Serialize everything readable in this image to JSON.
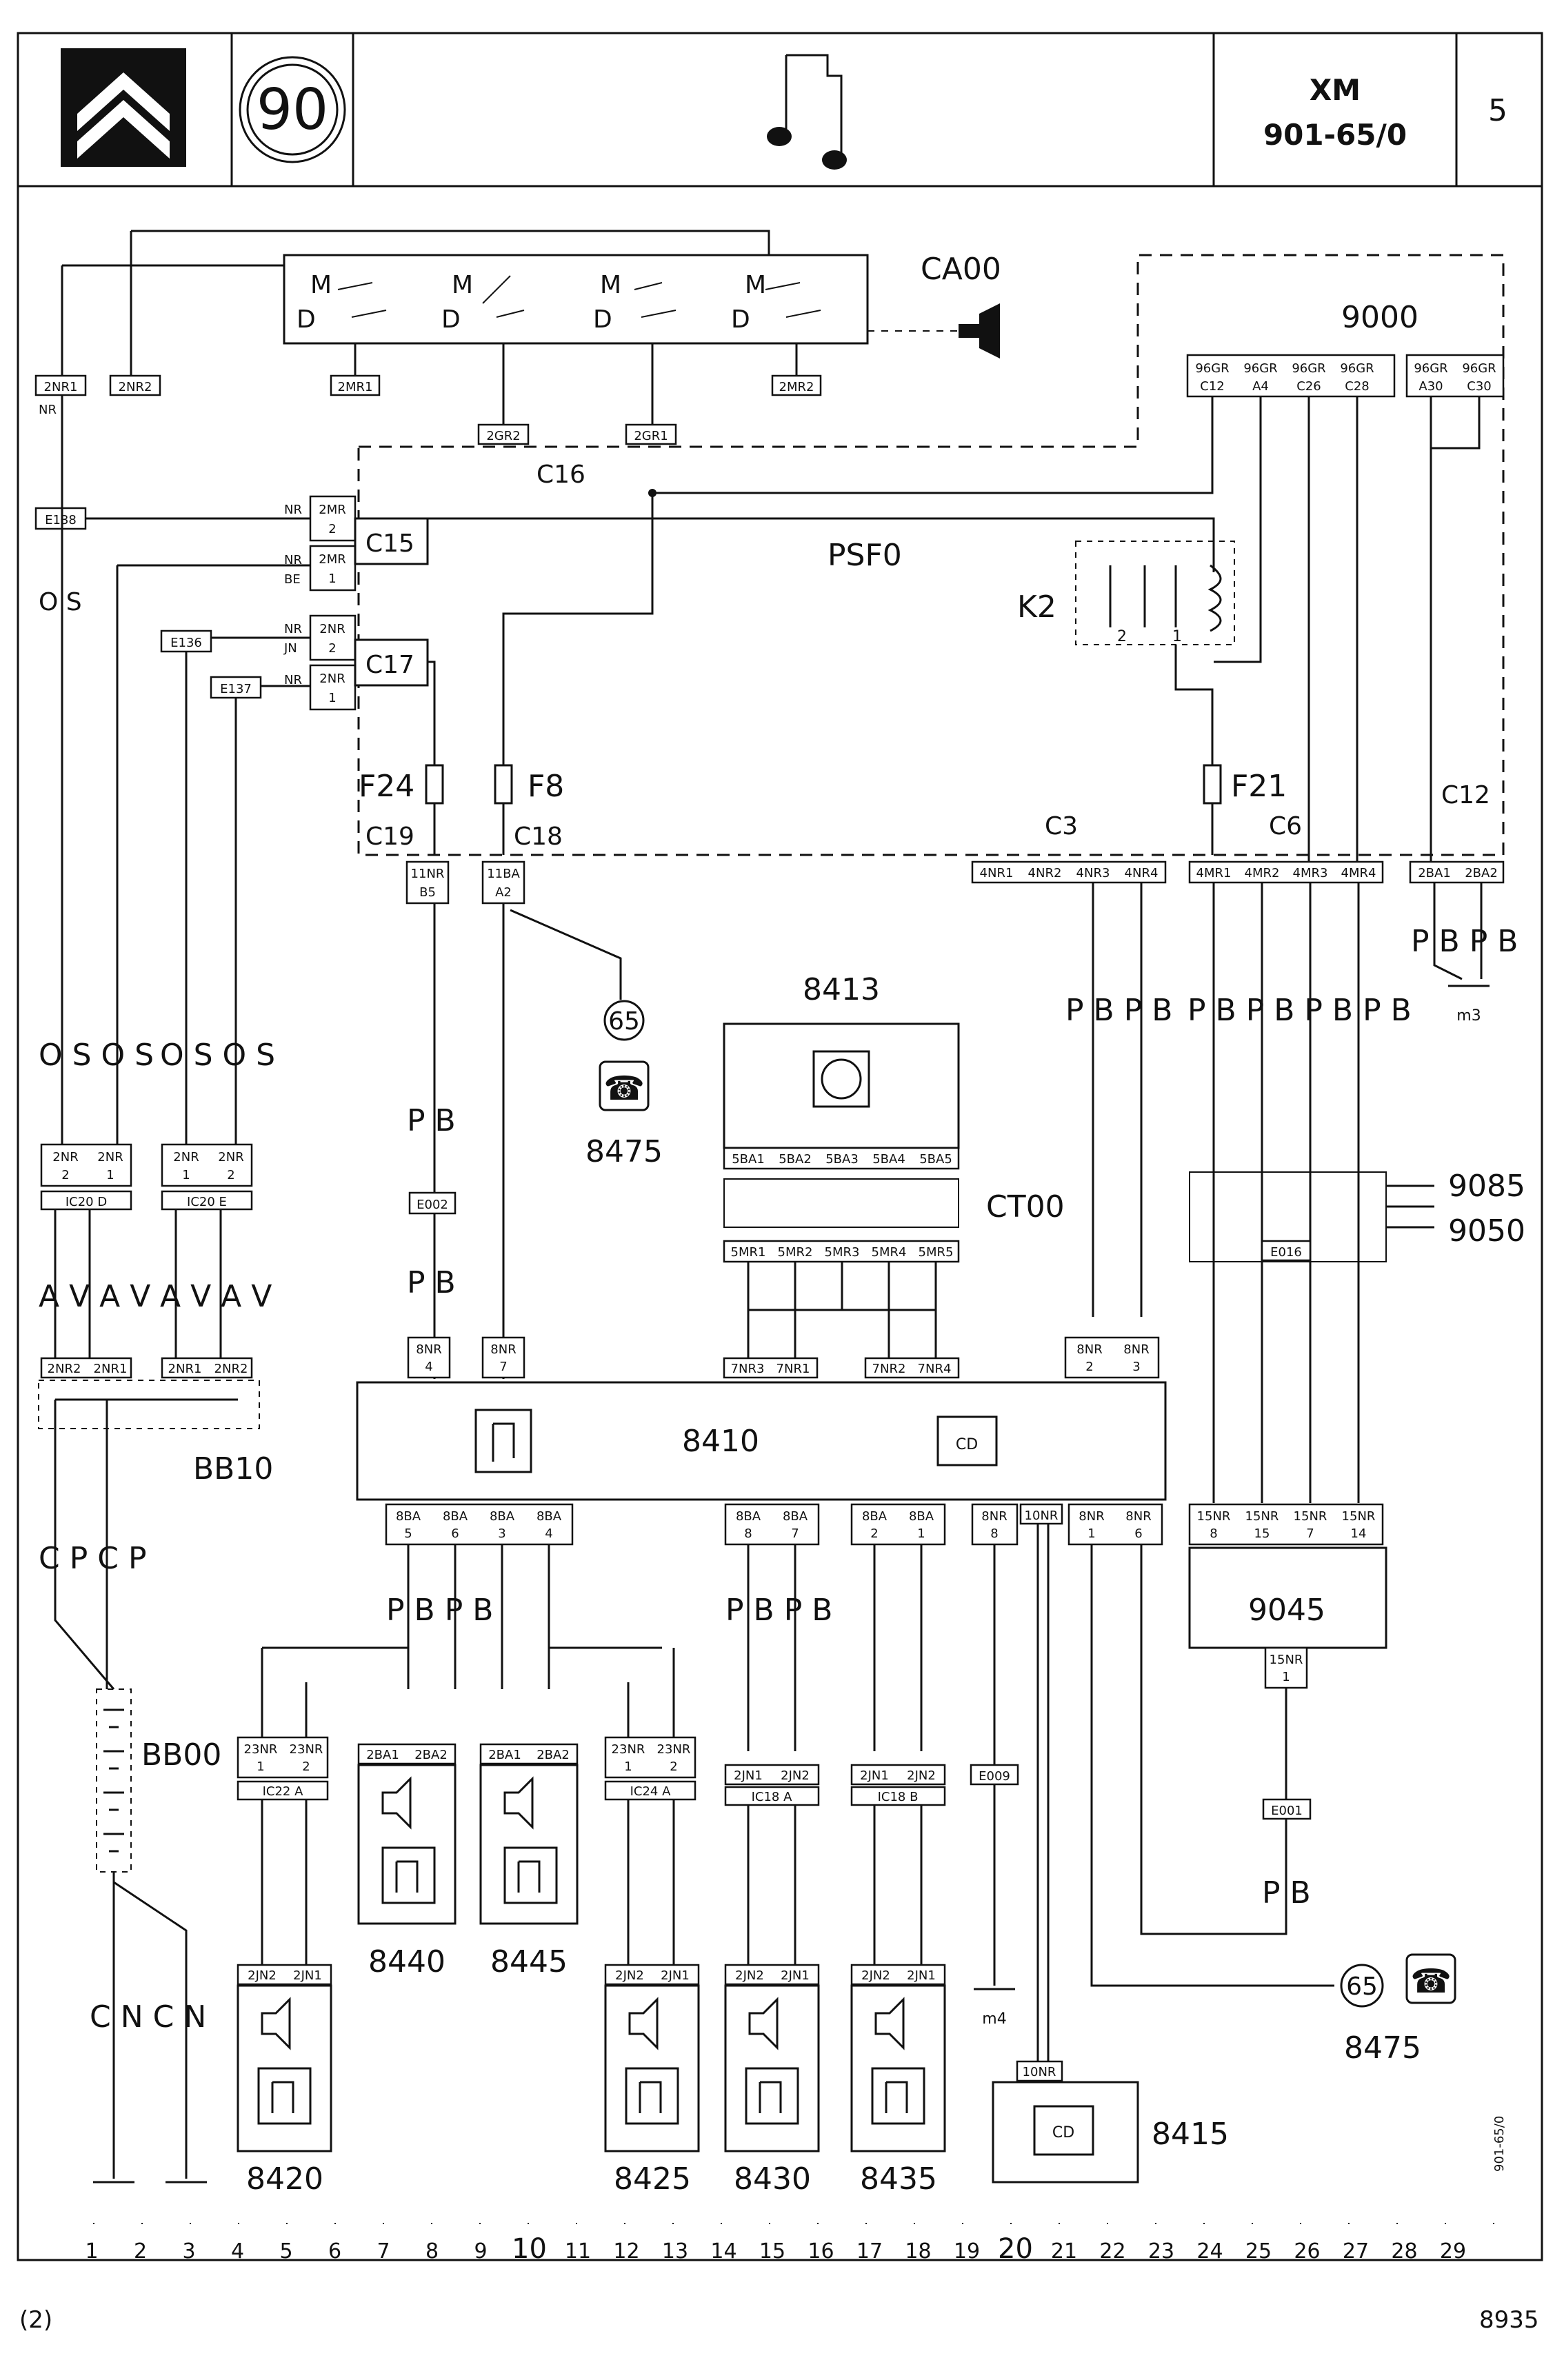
{
  "header": {
    "group_number": "90",
    "model": "XM",
    "diagram_code": "901-65/0",
    "page": "5"
  },
  "components": {
    "ca00": "CA00",
    "c9000": "9000",
    "psf0": "PSF0",
    "k2": "K2",
    "c15": "C15",
    "c16": "C16",
    "c17": "C17",
    "c18": "C18",
    "c19": "C19",
    "f24": "F24",
    "f8": "F8",
    "f21": "F21",
    "c3": "C3",
    "c6": "C6",
    "c12": "C12",
    "c8413": "8413",
    "ct00": "CT00",
    "c8410": "8410",
    "c8475a": "8475",
    "c8475b": "8475",
    "c9085": "9085",
    "c9050": "9050",
    "e016": "E016",
    "c9045": "9045",
    "bb10": "BB10",
    "bb00": "BB00",
    "c8420": "8420",
    "c8425": "8425",
    "c8430": "8430",
    "c8435": "8435",
    "c8440": "8440",
    "c8445": "8445",
    "c8415": "8415",
    "m3": "m3",
    "m4": "m4",
    "ref65a": "65",
    "ref65b": "65"
  },
  "connectors": {
    "e138": "E138",
    "e136": "E136",
    "e137": "E137",
    "e002": "E002",
    "e009": "E009",
    "e001": "E001",
    "ic20d": "IC20 D",
    "ic20e": "IC20 E",
    "ic22a": "IC22 A",
    "ic24a": "IC24 A",
    "ic18a": "IC18 A",
    "ic18b": "IC18 B"
  },
  "wire_colors": {
    "os_left": "O S",
    "os_mid": "O S O S",
    "os_right": "O S O S",
    "pb1": "P B",
    "pb2": "P B",
    "pb3": "P B",
    "pb_bp_b": "P B P B",
    "ava": "A V A V",
    "ava2": "A V A V",
    "cpc": "C P C P",
    "cn": "C N  C N",
    "pb_9045": "P B P B P B P B",
    "pbp_right": "P B P B",
    "pbp_mid": "P B P B",
    "pbp_m3": "P B P B"
  },
  "axis": {
    "numbers": [
      "1",
      "2",
      "3",
      "4",
      "5",
      "6",
      "7",
      "8",
      "9",
      "10",
      "11",
      "12",
      "13",
      "14",
      "15",
      "16",
      "17",
      "18",
      "19",
      "20",
      "21",
      "22",
      "23",
      "24",
      "25",
      "26",
      "27",
      "28",
      "29"
    ]
  },
  "footer": {
    "left": "(2)",
    "right": "8935",
    "side_code": "901-65/0"
  }
}
